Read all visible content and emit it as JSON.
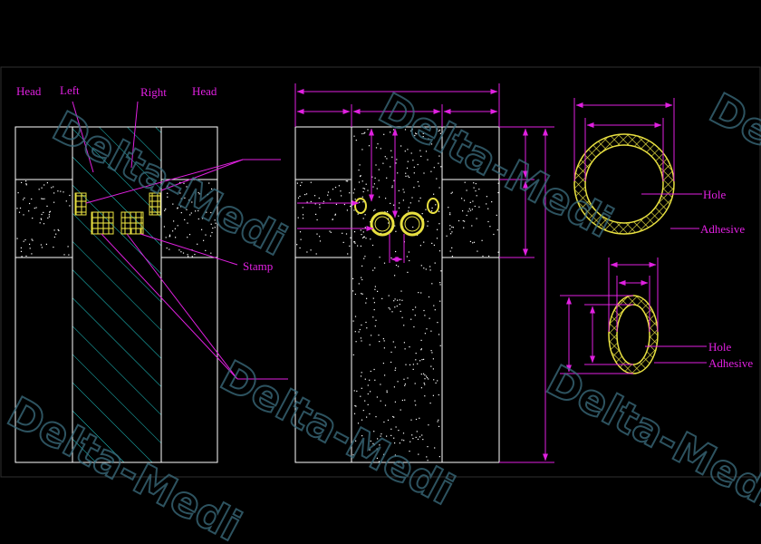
{
  "labels": {
    "head_left": "Head",
    "left": "Left",
    "right": "Right",
    "head_right": "Head",
    "stamp": "Stamp",
    "hole_1": "Hole",
    "adhesive_1": "Adhesive",
    "hole_2": "Hole",
    "adhesive_2": "Adhesive"
  },
  "watermark": "Delta-Medi",
  "colors": {
    "outline": "#ffffff",
    "label": "#e020e0",
    "dimension": "#e020e0",
    "hatch": "#20c8c8",
    "adhesive": "#e8e040",
    "speckle": "#ffffff",
    "watermark": "#3d6f80"
  }
}
